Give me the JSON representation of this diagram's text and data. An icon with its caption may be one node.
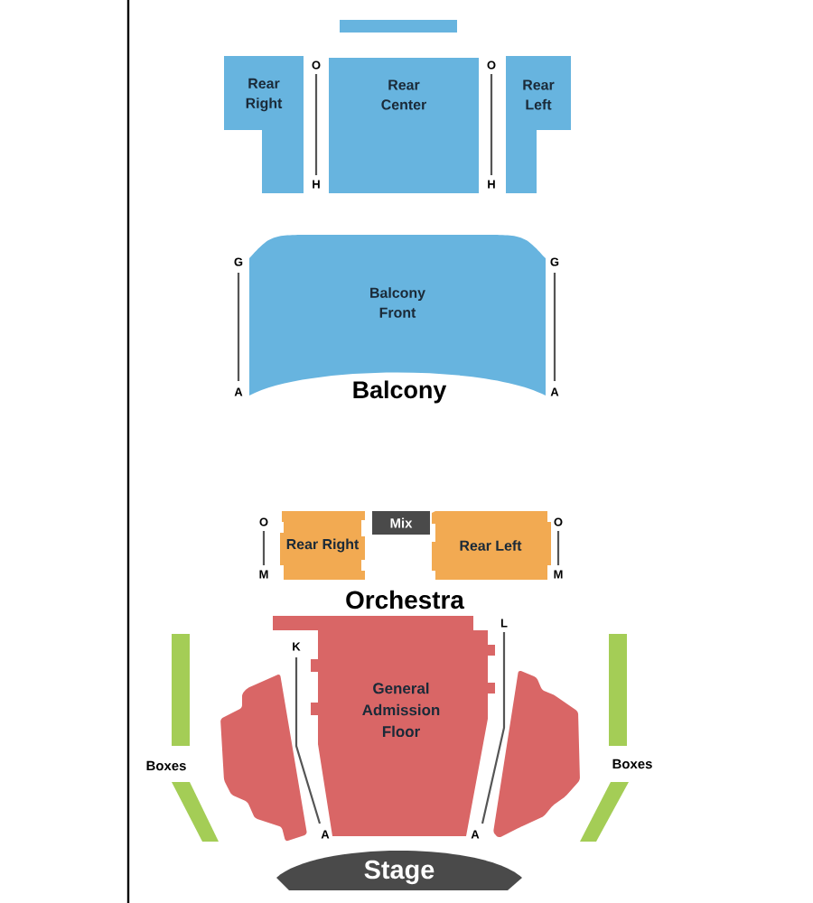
{
  "diagram": {
    "nodes": [
      {
        "text": [],
        "shape": "bar"
      },
      {
        "text": [
          "Rear Right"
        ]
      },
      {
        "text": [
          "Rear Center"
        ]
      },
      {
        "text": [
          "Rear Left"
        ]
      },
      {
        "text": [
          "Balcony Front"
        ]
      },
      {
        "text": [
          "Rear Right"
        ]
      },
      {
        "text": [
          "Mix"
        ]
      },
      {
        "text": [
          "Rear Left"
        ]
      },
      {
        "text": [
          "General Admission Floor"
        ]
      },
      {
        "text": [],
        "shape": "bar"
      },
      {
        "text": [],
        "shape": "bar"
      },
      {
        "text": [],
        "shape": "box"
      },
      {
        "text": [],
        "shape": "box"
      },
      {
        "text": [],
        "shape": "bar"
      },
      {
        "text": [],
        "shape": "bar"
      },
      {
        "text": [
          "Stage"
        ]
      }
    ],
    "labels": [
      "O",
      "O",
      "H",
      "H",
      "G",
      "G",
      "A",
      "Balcony",
      "A",
      "O",
      "O",
      "M",
      "M",
      "Orchestra",
      "L",
      "K",
      "Boxes",
      "Boxes",
      "A",
      "A"
    ]
  }
}
